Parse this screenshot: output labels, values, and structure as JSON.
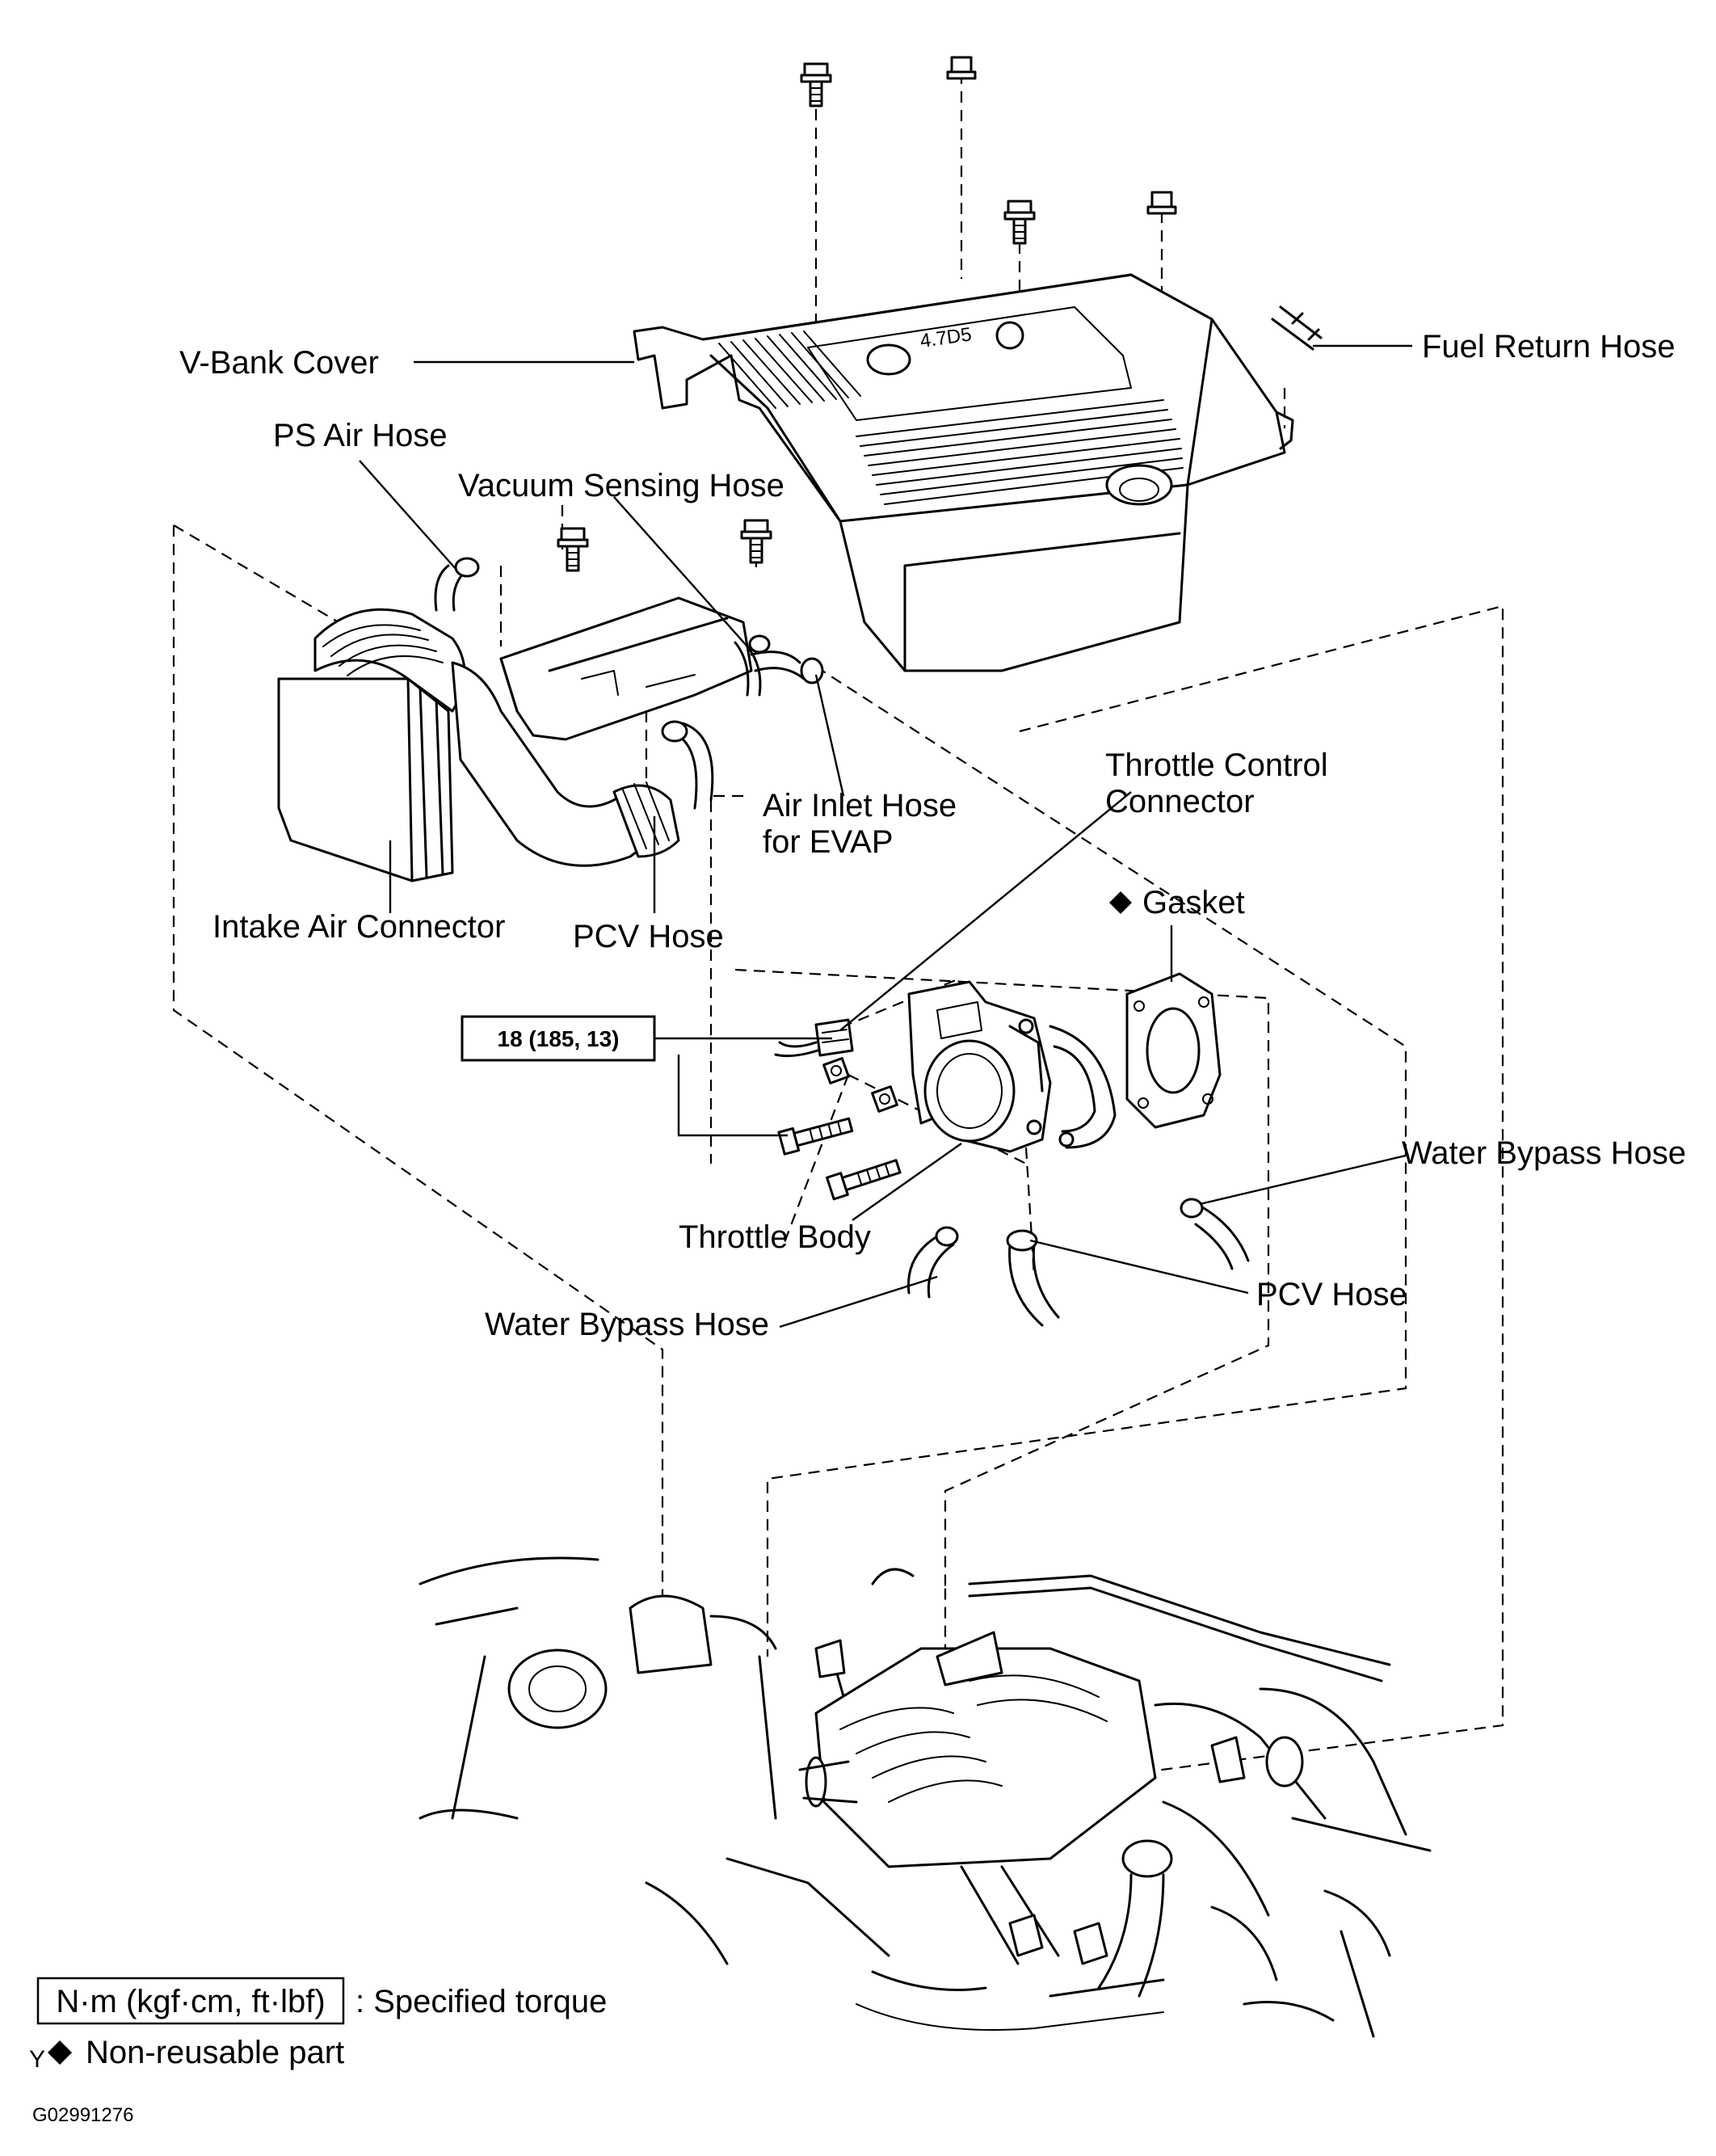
{
  "labels": {
    "v_bank_cover": "V-Bank  Cover",
    "fuel_return_hose": "Fuel Return Hose",
    "ps_air_hose": "PS Air Hose",
    "vacuum_sensing_hose": "Vacuum Sensing Hose",
    "air_inlet_hose_line1": "Air Inlet Hose",
    "air_inlet_hose_line2": "for EVAP",
    "intake_air_connector": "Intake Air Connector",
    "pcv_hose_upper": "PCV Hose",
    "throttle_control_line1": "Throttle Control",
    "throttle_control_line2": "Connector",
    "gasket": "Gasket",
    "water_bypass_hose_right": "Water Bypass Hose",
    "throttle_body": "Throttle Body",
    "pcv_hose_lower": "PCV Hose",
    "water_bypass_hose_left": "Water Bypass Hose"
  },
  "torque_spec": "18 (185, 13)",
  "legend": {
    "torque_box": "N·m (kgf·cm, ft·lbf)",
    "torque_text": ": Specified torque",
    "nonreusable_mark": "Y",
    "nonreusable_text": "Non-reusable part"
  },
  "cover_badge": "4.7D5",
  "figure_code": "G02991276",
  "symbols": {
    "non_reusable": "diamond-icon"
  }
}
